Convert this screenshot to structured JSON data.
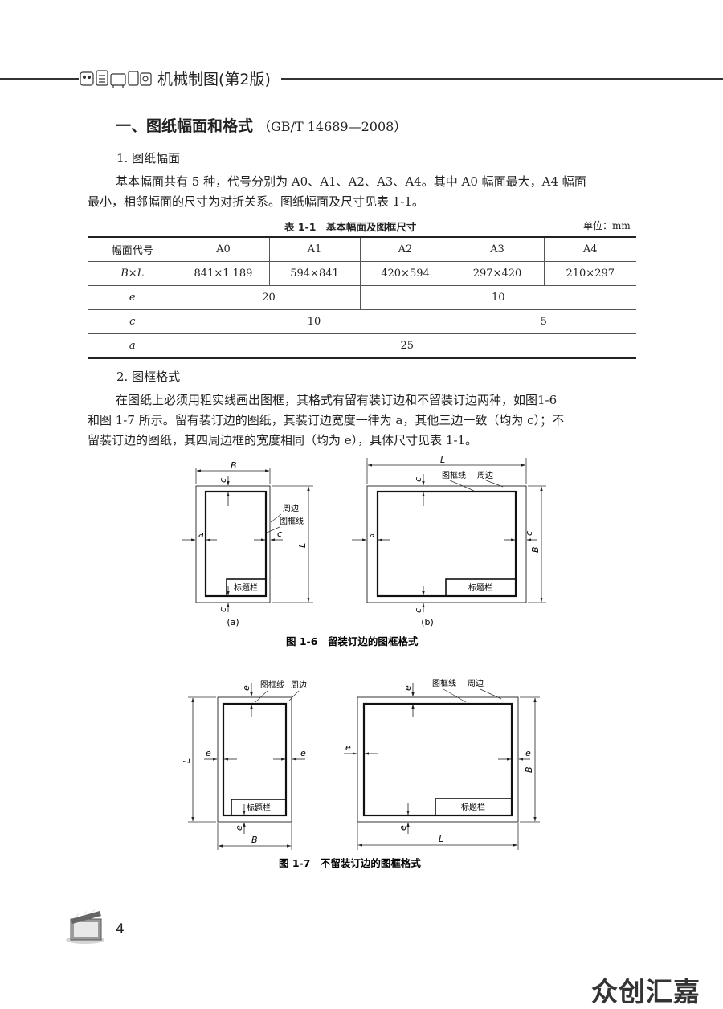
{
  "header": {
    "book_title": "机械制图(第2版)"
  },
  "section": {
    "title": "一、图纸幅面和格式",
    "standard": "（GB/T 14689—2008）"
  },
  "sub1": {
    "title": "1. 图纸幅面"
  },
  "para1": {
    "line1": "基本幅面共有 5 种，代号分别为 A0、A1、A2、A3、A4。其中 A0 幅面最大，A4 幅面",
    "line2": "最小，相邻幅面的尺寸为对折关系。图纸幅面及尺寸见表 1-1。"
  },
  "table": {
    "caption": "表 1-1　基本幅面及图框尺寸",
    "unit": "单位：mm",
    "header": [
      "幅面代号",
      "A0",
      "A1",
      "A2",
      "A3",
      "A4"
    ],
    "size_row": [
      "B×L",
      "841×1 189",
      "594×841",
      "420×594",
      "297×420",
      "210×297"
    ],
    "e_row": {
      "label": "e",
      "a0_a1": "20",
      "a2_a4": "10"
    },
    "c_row": {
      "label": "c",
      "a0_a2": "10",
      "a3_a4": "5"
    },
    "a_row": {
      "label": "a",
      "all": "25"
    }
  },
  "sub2": {
    "title": "2. 图框格式"
  },
  "para2": {
    "line1": "在图纸上必须用粗实线画出图框，其格式有留有装订边和不留装订边两种，如图1-6",
    "line2": "和图 1-7 所示。留有装订边的图纸，其装订边宽度一律为 a，其他三边一致（均为 c）；不",
    "line3": "留装订边的图纸，其四周边框的宽度相同（均为 e），具体尺寸见表 1-1。"
  },
  "fig6": {
    "caption": "图 1-6　留装订边的图框格式",
    "a": {
      "sublabel": "(a)",
      "dim_b": "B",
      "dim_l": "L",
      "dim_a": "a",
      "dim_c": "c",
      "label_border": "周边",
      "label_frame": "图框线",
      "title_block": "标题栏"
    },
    "b": {
      "sublabel": "(b)",
      "dim_l": "L",
      "dim_b": "B",
      "dim_a": "a",
      "dim_c": "c",
      "label_frame": "图框线",
      "label_border": "周边",
      "title_block": "标题栏"
    }
  },
  "fig7": {
    "caption": "图 1-7　不留装订边的图框格式",
    "a": {
      "dim_e": "e",
      "dim_l": "L",
      "dim_b": "B",
      "label_frame": "图框线",
      "label_border": "周边",
      "title_block": "标题栏"
    },
    "b": {
      "dim_e": "e",
      "dim_b": "B",
      "dim_l": "L",
      "label_frame": "图框线",
      "label_border": "周边",
      "title_block": "标题栏"
    }
  },
  "footer": {
    "page_number": "4",
    "watermark": "众创汇嘉"
  }
}
